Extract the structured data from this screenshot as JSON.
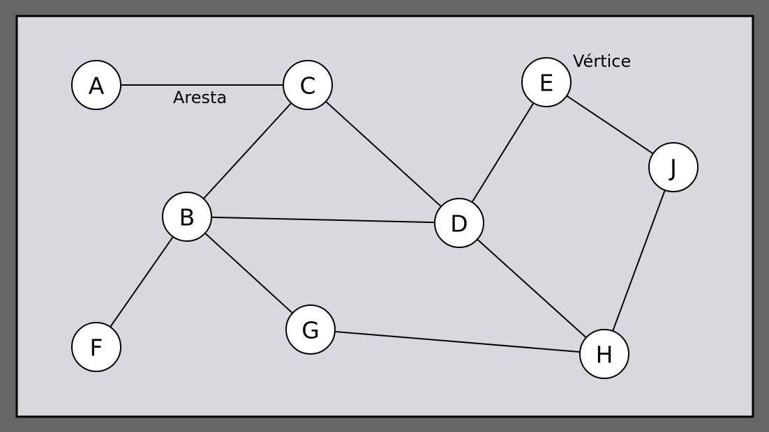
{
  "diagram": {
    "nodes": [
      {
        "id": "A",
        "label": "A"
      },
      {
        "id": "B",
        "label": "B"
      },
      {
        "id": "C",
        "label": "C"
      },
      {
        "id": "D",
        "label": "D"
      },
      {
        "id": "E",
        "label": "E"
      },
      {
        "id": "F",
        "label": "F"
      },
      {
        "id": "G",
        "label": "G"
      },
      {
        "id": "H",
        "label": "H"
      },
      {
        "id": "J",
        "label": "J"
      }
    ],
    "edges": [
      [
        "A",
        "C"
      ],
      [
        "C",
        "B"
      ],
      [
        "C",
        "D"
      ],
      [
        "B",
        "D"
      ],
      [
        "B",
        "F"
      ],
      [
        "B",
        "G"
      ],
      [
        "G",
        "H"
      ],
      [
        "D",
        "E"
      ],
      [
        "D",
        "H"
      ],
      [
        "E",
        "J"
      ],
      [
        "J",
        "H"
      ]
    ],
    "annotations": {
      "edge_label": "Aresta",
      "vertex_label": "Vértice"
    },
    "colors": {
      "outer_background": "#666666",
      "panel_background": "#d9d8e0",
      "node_fill": "#ffffff",
      "stroke": "#000000"
    }
  }
}
